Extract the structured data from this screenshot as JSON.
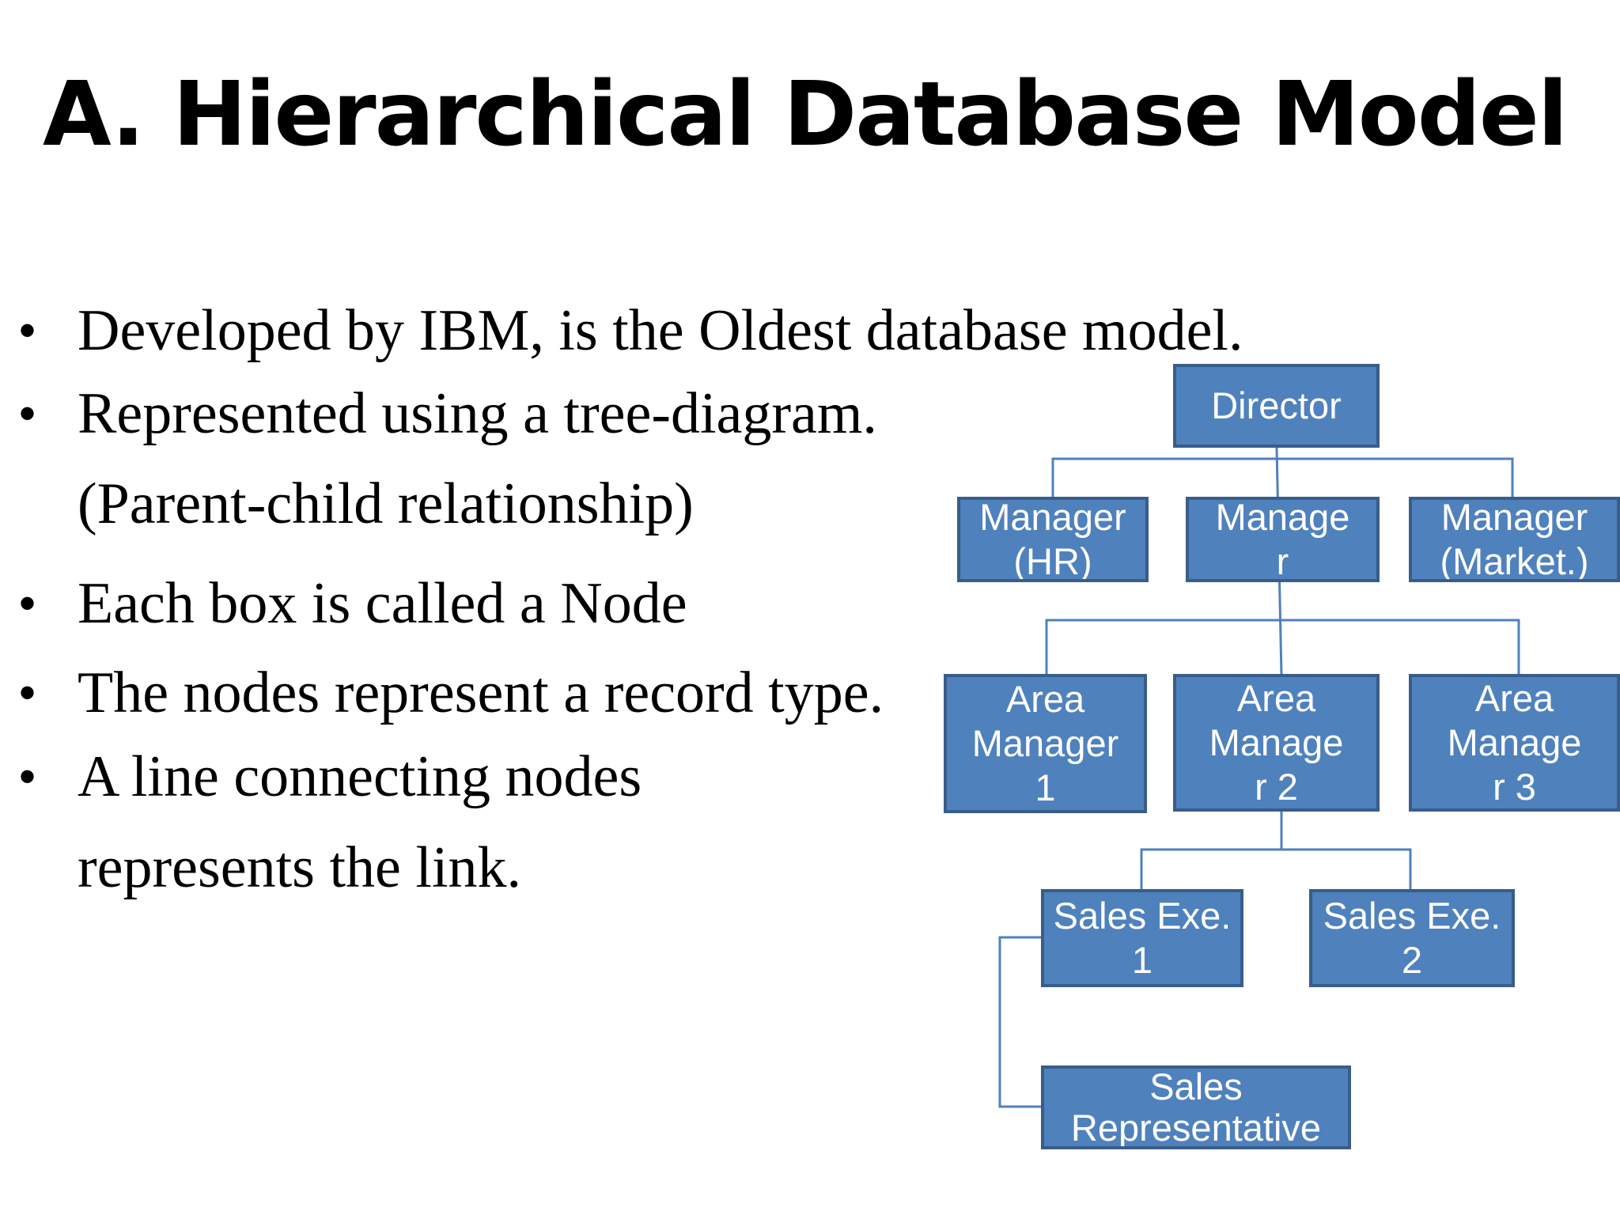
{
  "title": "A.  Hierarchical Database Model",
  "bullets": [
    {
      "lines": [
        "Developed by IBM, is the Oldest database model."
      ]
    },
    {
      "lines": [
        "Represented using a tree-diagram.",
        "(Parent-child relationship)"
      ]
    },
    {
      "lines": [
        "Each box is called a Node"
      ]
    },
    {
      "lines": [
        "The nodes represent a record type."
      ]
    },
    {
      "lines": [
        "A line connecting nodes",
        "represents  the link."
      ]
    }
  ],
  "bullet_symbol": "•",
  "tree": {
    "node_fill": "#4f81bd",
    "node_border": "#385d8a",
    "line_color": "#4f81bd",
    "nodes": {
      "director": "Director",
      "manager_hr": "Manager\n(HR)",
      "manager_mid": "Manage\nr",
      "manager_market": "Manager\n(Market.)",
      "area_manager_1": "Area\nManager\n1",
      "area_manager_2": "Area\nManage\nr  2",
      "area_manager_3": "Area\nManage\nr  3",
      "sales_exe_1": "Sales Exe.\n1",
      "sales_exe_2": "Sales Exe.\n2",
      "sales_rep": "Sales\nRepresentative"
    }
  }
}
